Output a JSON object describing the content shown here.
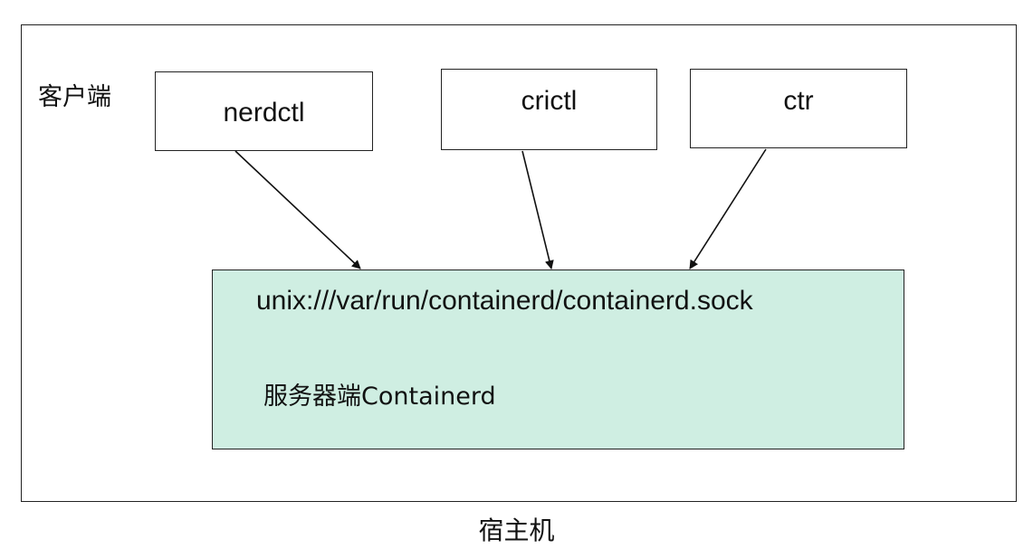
{
  "client_label": "客户端",
  "clients": [
    {
      "label": "nerdctl"
    },
    {
      "label": "crictl"
    },
    {
      "label": "ctr"
    }
  ],
  "server": {
    "socket_path": "unix:///var/run/containerd/containerd.sock",
    "label": "服务器端Containerd"
  },
  "host_label": "宿主机",
  "colors": {
    "server_fill": "#cfeee2",
    "stroke": "#222222"
  }
}
